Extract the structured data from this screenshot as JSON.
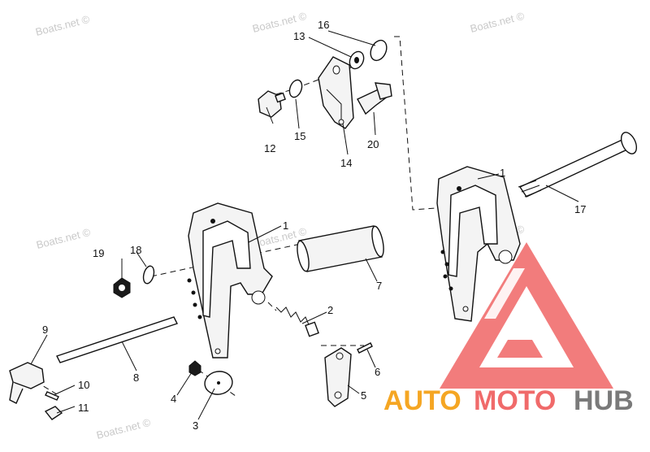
{
  "watermarks": [
    {
      "text": "Boats.net ©"
    },
    {
      "text": "Boats.net ©"
    },
    {
      "text": "Boats.net ©"
    },
    {
      "text": "Boats.net ©"
    },
    {
      "text": "Boats.net ©"
    },
    {
      "text": "Boats.net ©"
    },
    {
      "text": "Boats.net ©"
    }
  ],
  "labels": {
    "p1a": "1",
    "p1b": "1",
    "p2": "2",
    "p3": "3",
    "p4": "4",
    "p5": "5",
    "p6": "6",
    "p7": "7",
    "p8": "8",
    "p9": "9",
    "p10": "10",
    "p11": "11",
    "p12": "12",
    "p13": "13",
    "p14": "14",
    "p15": "15",
    "p16": "16",
    "p17": "17",
    "p18": "18",
    "p19": "19",
    "p20": "20"
  },
  "logo": {
    "auto": "AUTO",
    "moto": "MOTO",
    "hub": "HUB",
    "colors": {
      "triangle": "#f06a6a",
      "orange": "#f5a623",
      "gray": "#7a7a7a"
    }
  }
}
